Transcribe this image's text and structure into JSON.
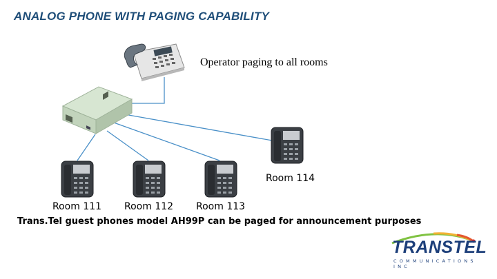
{
  "title": "ANALOG PHONE WITH PAGING CAPABILITY",
  "operator_label": "Operator paging to all rooms",
  "rooms": [
    {
      "label": "Room 111"
    },
    {
      "label": "Room 112"
    },
    {
      "label": "Room 113"
    },
    {
      "label": "Room 114"
    }
  ],
  "caption": "Trans.Tel guest phones model AH99P can be paged for announcement purposes",
  "logo": {
    "wordmark": "TRANSTEL",
    "tagline": "COMMUNICATIONS INC"
  },
  "colors": {
    "title": "#1f4e79",
    "wire": "#4a90c8",
    "logo_blue": "#1d3f7a"
  },
  "icons": [
    "operator-phone-icon",
    "pbx-box-icon",
    "guest-phone-icon"
  ]
}
